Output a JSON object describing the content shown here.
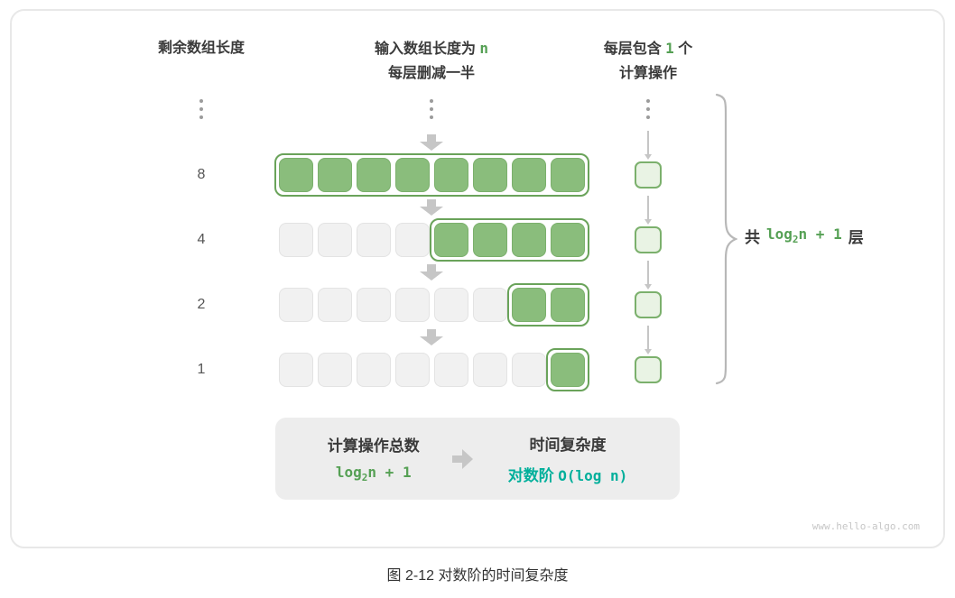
{
  "colors": {
    "card_border": "#e8e8e8",
    "green": "#8abd7c",
    "green_edge": "#7bb06c",
    "outline": "#6aa35a",
    "gray_cell": "#f1f1f1",
    "gray_cell_edge": "#e3e3e3",
    "op_fill": "#e9f3e4",
    "arrow": "#c6c6c6",
    "brace": "#b8b8b8",
    "summary_bg": "#ededed",
    "formula_green": "#55a054",
    "teal": "#00af9b",
    "text": "#3a3a3a",
    "label_gray": "#555555",
    "watermark": "#c6c6c6"
  },
  "headers": {
    "left": "剩余数组长度",
    "middle_line1_prefix": "输入数组长度为 ",
    "middle_line1_highlight": "n",
    "middle_line2": "每层删减一半",
    "right_line1_prefix": "每层包含 ",
    "right_line1_highlight": "1",
    "right_line1_suffix": " 个",
    "right_line2": "计算操作"
  },
  "rows": [
    {
      "label": "8",
      "total": 8,
      "green": 8
    },
    {
      "label": "4",
      "total": 8,
      "green": 4
    },
    {
      "label": "2",
      "total": 8,
      "green": 2
    },
    {
      "label": "1",
      "total": 8,
      "green": 1
    }
  ],
  "formulas": {
    "log_base": "log",
    "log_sub": "2",
    "log_tail": "n + 1"
  },
  "brace_label": {
    "prefix": "共",
    "suffix": "层"
  },
  "summary": {
    "left_title": "计算操作总数",
    "right_title": "时间复杂度",
    "right_formula_cjk": "对数阶",
    "right_formula_math": "O(log n)"
  },
  "watermark": "www.hello-algo.com",
  "caption": "图 2-12 对数阶的时间复杂度"
}
